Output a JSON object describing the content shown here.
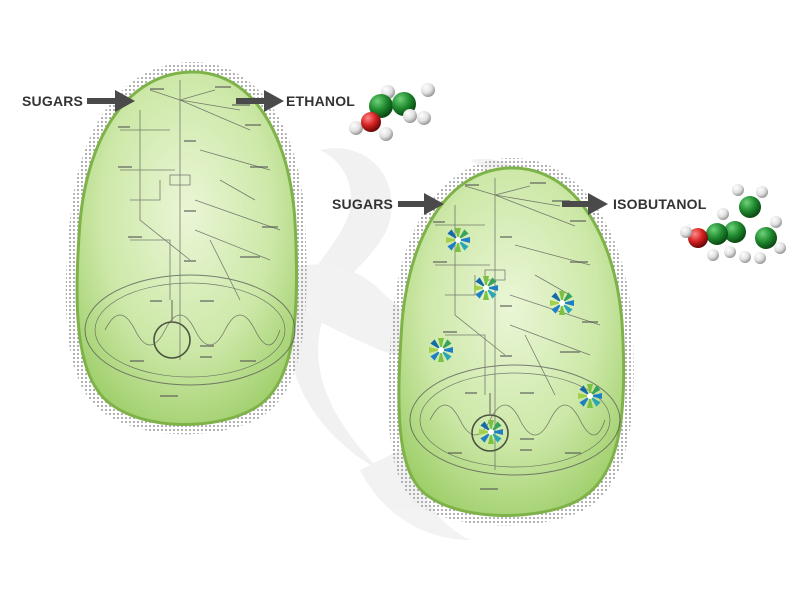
{
  "labels": {
    "input_left": "SUGARS",
    "output_left": "ETHANOL",
    "input_right": "SUGARS",
    "output_right": "ISOBUTANOL"
  },
  "colors": {
    "cell_fill": "#b8dc8a",
    "cell_light": "#eaf6d6",
    "cell_edge": "#7fb34a",
    "membrane_dots": "#9a9a9a",
    "pathway_lines": "#555555",
    "arrow": "#4a4a4a",
    "label_text": "#333333",
    "carbon_atom": "#1f8a2e",
    "oxygen_atom": "#d42020",
    "hydrogen_atom": "#e8e8e8",
    "watermark": "#e6e6e6",
    "enzyme_green": "#7cc242",
    "enzyme_blue": "#1e7fc4"
  },
  "icons": {
    "cell": "yeast-cell-icon",
    "arrow": "arrow-right-icon",
    "enzyme": "enzyme-pinwheel-icon",
    "ethanol_molecule": "ethanol-molecule-icon",
    "isobutanol_molecule": "isobutanol-molecule-icon",
    "watermark": "swirl-logo-watermark-icon"
  }
}
